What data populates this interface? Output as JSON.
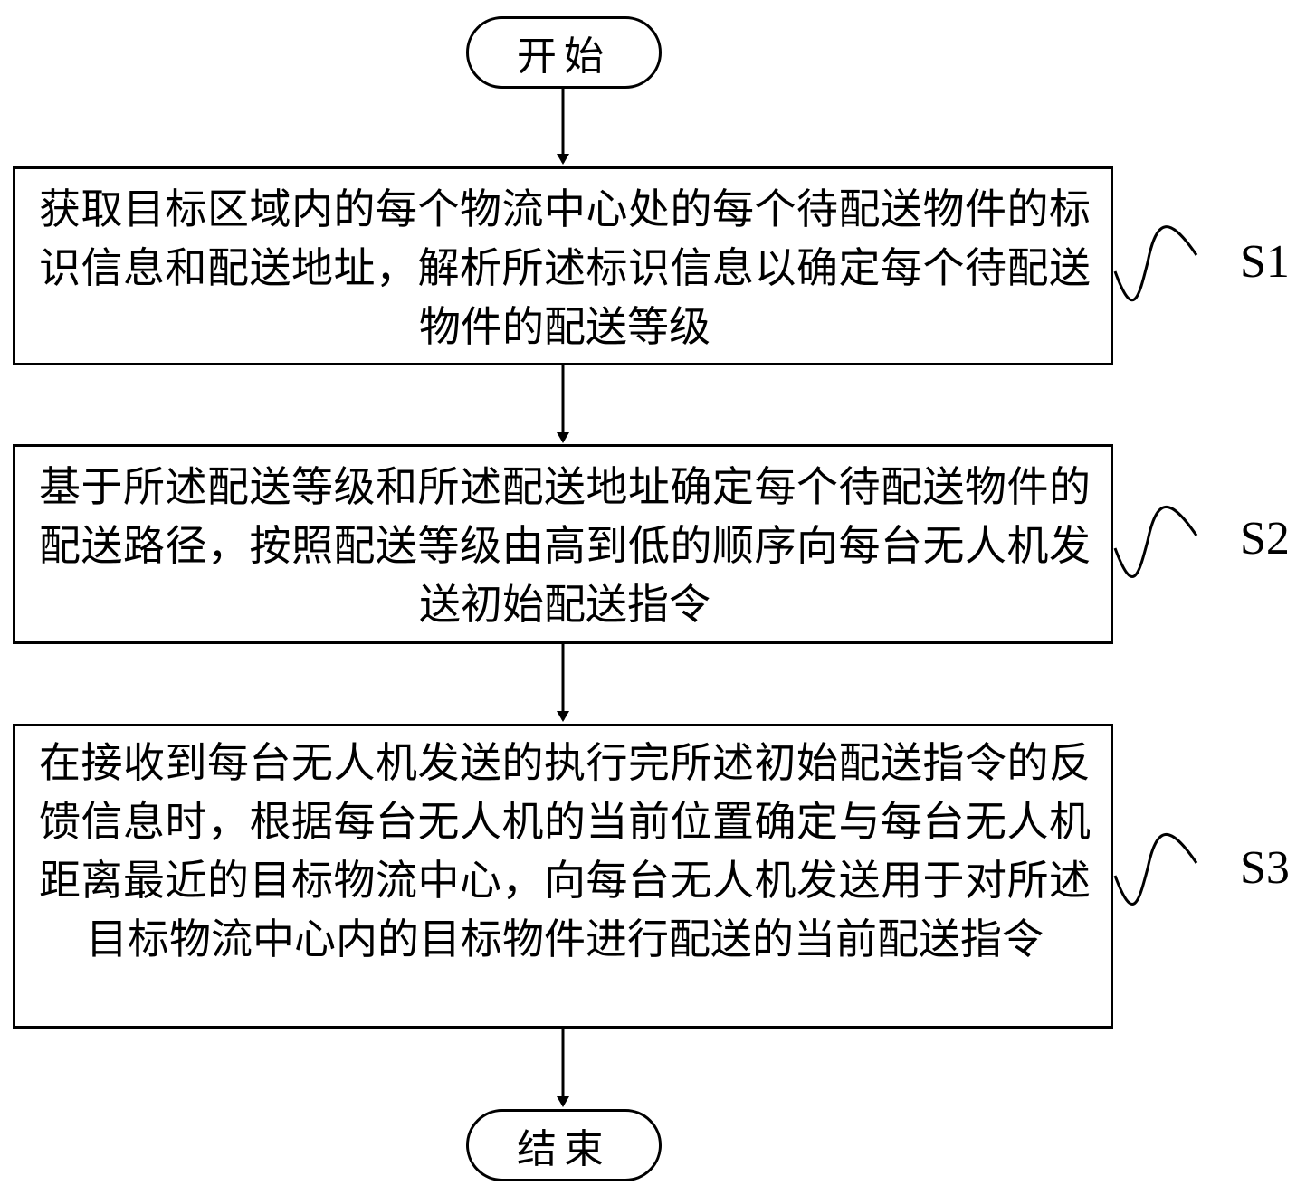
{
  "start": "开始",
  "end": "结束",
  "steps": [
    {
      "id": "S1",
      "text": "获取目标区域内的每个物流中心处的每个待配送物件的标识信息和配送地址，解析所述标识信息以确定每个待配送物件的配送等级"
    },
    {
      "id": "S2",
      "text": "基于所述配送等级和所述配送地址确定每个待配送物件的配送路径，按照配送等级由高到低的顺序向每台无人机发送初始配送指令"
    },
    {
      "id": "S3",
      "text": "在接收到每台无人机发送的执行完所述初始配送指令的反馈信息时，根据每台无人机的当前位置确定与每台无人机距离最近的目标物流中心，向每台无人机发送用于对所述目标物流中心内的目标物件进行配送的当前配送指令"
    }
  ]
}
